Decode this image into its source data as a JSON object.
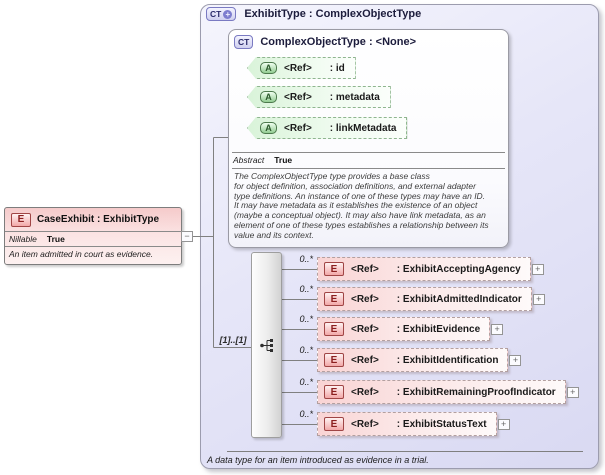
{
  "colors": {
    "element_accent": "#a04545",
    "element_fill": "#f9d4d4",
    "attribute_accent": "#4d7a4d",
    "attribute_fill": "#d9f3d9",
    "type_accent": "#7a7ac2",
    "type_box_fill": "#e6e6f8",
    "connector_line": "#808080"
  },
  "icons": {
    "element": "E",
    "attribute": "A",
    "complex_type": "CT",
    "expand": "+",
    "collapse": "−"
  },
  "case_exhibit": {
    "title": "CaseExhibit : ExhibitType",
    "property_label": "Nillable",
    "property_value": "True",
    "description": "An item admitted in court as evidence."
  },
  "exhibit_type": {
    "title": "ExhibitType : ComplexObjectType",
    "base_type": {
      "title": "ComplexObjectType : <None>",
      "attributes": [
        {
          "ref": "<Ref>",
          "name": ": id"
        },
        {
          "ref": "<Ref>",
          "name": ": metadata"
        },
        {
          "ref": "<Ref>",
          "name": ": linkMetadata"
        }
      ],
      "property_label": "Abstract",
      "property_value": "True",
      "description": "The ComplexObjectType type provides a base class\nfor object definition, association definitions, and external adapter\ntype definitions. An instance of one of these types may have an ID.\nIt may have metadata as it establishes the existence of an object\n(maybe a conceptual object). It may also have link metadata, as an\nelement of one of these types establishes a relationship between its\nvalue and its context."
    },
    "content_model": {
      "cardinality": "[1]..[1]",
      "elements": [
        {
          "cardinality": "0..*",
          "ref": "<Ref>",
          "name": ": ExhibitAcceptingAgency"
        },
        {
          "cardinality": "0..*",
          "ref": "<Ref>",
          "name": ": ExhibitAdmittedIndicator"
        },
        {
          "cardinality": "0..*",
          "ref": "<Ref>",
          "name": ": ExhibitEvidence"
        },
        {
          "cardinality": "0..*",
          "ref": "<Ref>",
          "name": ": ExhibitIdentification"
        },
        {
          "cardinality": "0..*",
          "ref": "<Ref>",
          "name": ": ExhibitRemainingProofIndicator"
        },
        {
          "cardinality": "0..*",
          "ref": "<Ref>",
          "name": ": ExhibitStatusText"
        }
      ]
    },
    "footer": "A data type for an item introduced as evidence in a trial."
  }
}
